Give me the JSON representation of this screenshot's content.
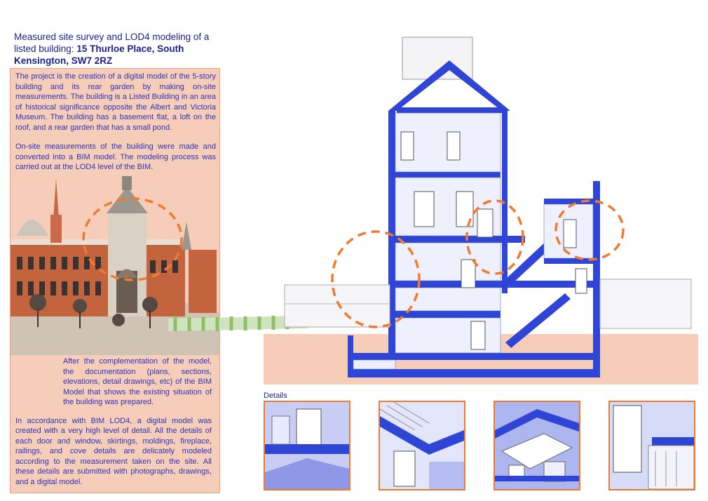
{
  "title": {
    "line_plain": "Measured site survey and LOD4 modeling of a listed building: ",
    "line_bold": "15 Thurloe Place, South Kensington, SW7 2RZ"
  },
  "intro": {
    "p1": "The project is the creation of a digital model of the 5-story building and its rear garden by making on-site measurements. The building is a Listed Building in an area of historical significance opposite the Albert and Victoria Museum. The building has a basement flat, a loft on the roof, and a rear garden that has a small pond.",
    "p2": "On-site measurements of the building were made and converted into a BIM model. The modeling process was carried out at the LOD4 level of the BIM."
  },
  "outro": {
    "p1": "After the complementation of the model, the documentation (plans, sections, elevations, detail drawings, etc) of the BIM Model that shows the existing situation of the building was prepared.",
    "p2": "In accordance with BIM LOD4, a digital model was created with a very high level of detail. All the details of each door and window, skirtings, moldings, fireplace, railings, and cove details are delicately modeled according to the measurement taken on the site. All these details are submitted with photographs, drawings, and a digital model."
  },
  "details_label": "Details",
  "colors": {
    "accent_blue": "#2f45d6",
    "title_blue": "#1a1f8f",
    "peach": "#f5cdb9",
    "orange": "#f07a30",
    "green": "#8fbf6a"
  }
}
